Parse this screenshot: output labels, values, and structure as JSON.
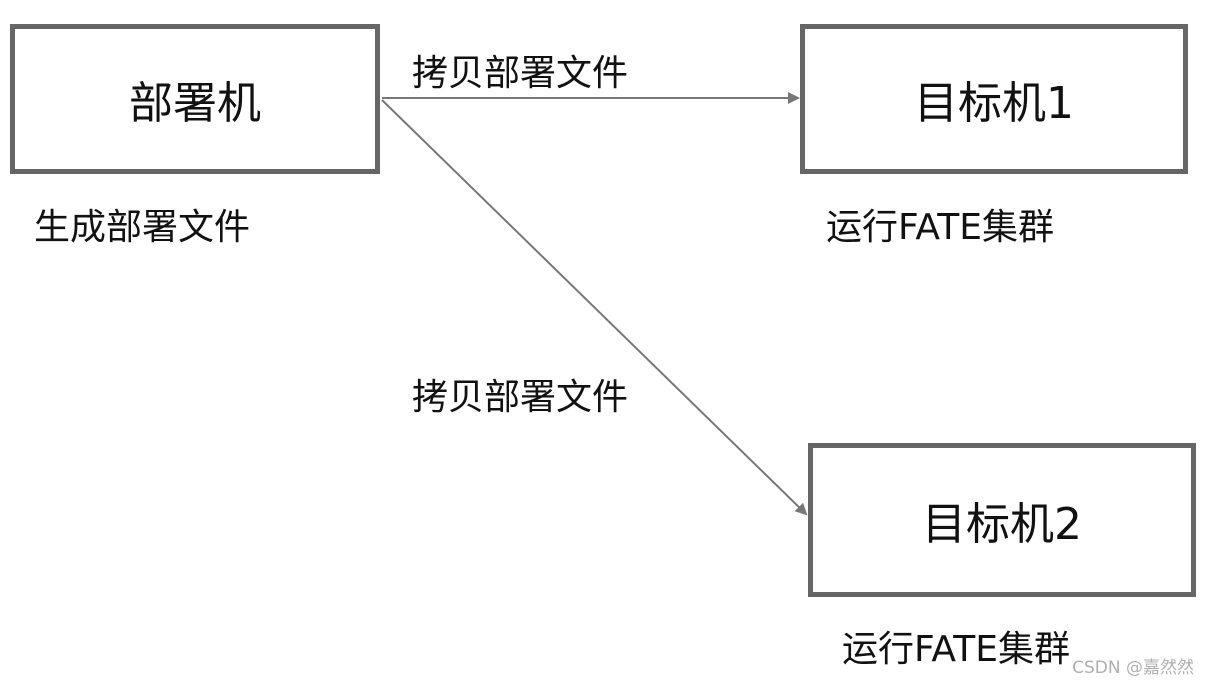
{
  "nodes": {
    "deploy_machine": "部署机",
    "target_1": "目标机1",
    "target_2": "目标机2"
  },
  "captions": {
    "deploy_machine": "生成部署文件",
    "target_1": "运行FATE集群",
    "target_2": "运行FATE集群"
  },
  "edges": [
    {
      "from": "部署机",
      "to": "目标机1",
      "label": "拷贝部署文件"
    },
    {
      "from": "部署机",
      "to": "目标机2",
      "label": "拷贝部署文件"
    }
  ],
  "watermark": "CSDN @嘉然然",
  "colors": {
    "box_border": "#666666",
    "arrow": "#777777",
    "text": "#111111"
  }
}
